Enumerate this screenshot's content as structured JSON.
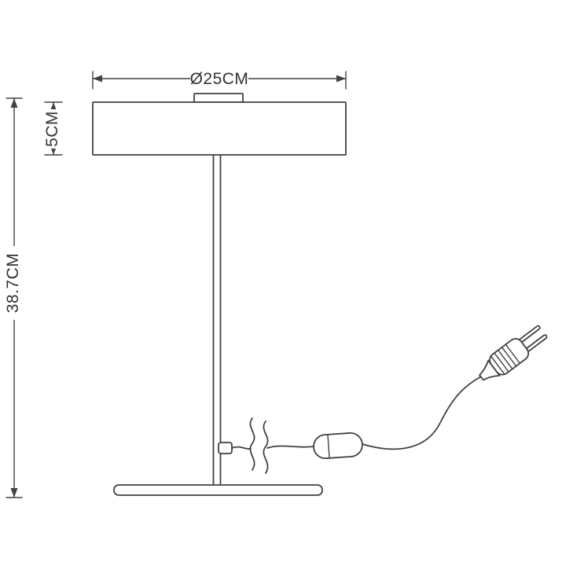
{
  "labels": {
    "diameter": "Ø25CM",
    "shade_height": "5CM",
    "total_height": "38.7CM"
  },
  "colors": {
    "line": "#414141",
    "text": "#333333",
    "background": "#ffffff"
  }
}
